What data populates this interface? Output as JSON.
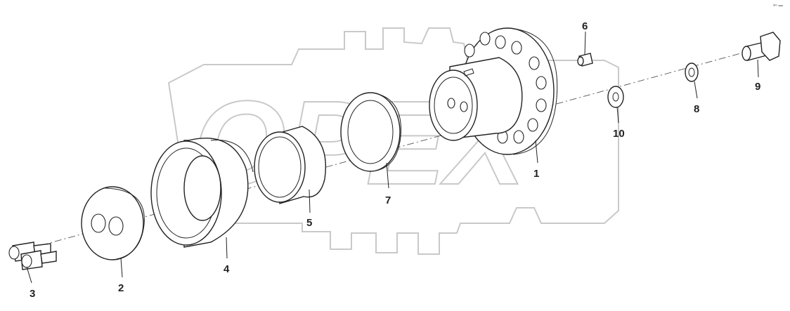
{
  "diagram": {
    "watermark_text": "OPEX",
    "corner_code": "ᵃᵐ ▪▪▪",
    "callouts": {
      "p1": "1",
      "p2": "2",
      "p3": "3",
      "p4": "4",
      "p5": "5",
      "p6": "6",
      "p7": "7",
      "p8": "8",
      "p9": "9",
      "p10": "10"
    }
  },
  "colors": {
    "line": "#222222",
    "watermark": "#c9c9c9",
    "background": "#ffffff"
  }
}
